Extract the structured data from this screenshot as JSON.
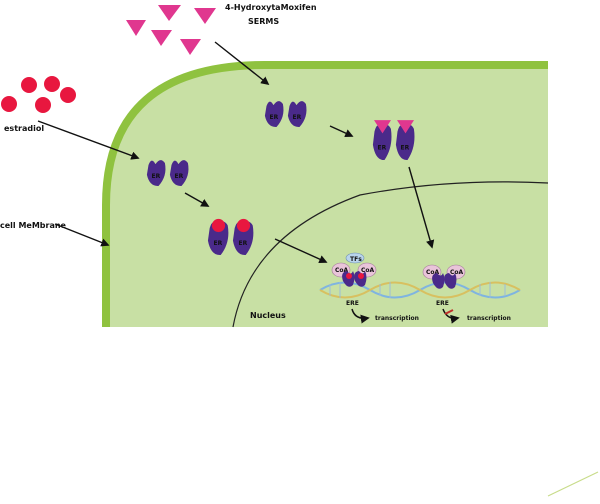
{
  "diagram": {
    "labels": {
      "drug_line1": "4-HydroxytaMoxifen",
      "drug_line2": "SERMS",
      "estradiol": "estradiol",
      "cell_membrane": "cell MeMbrane",
      "nucleus": "Nucleus",
      "er": "ER",
      "ere": "ERE",
      "tfs": "TFs",
      "coa": "CoA",
      "transcription": "transcription"
    },
    "colors": {
      "cytoplasm": "#c8e0a4",
      "membrane": "#8fc23f",
      "receptor": "#4a2a8a",
      "estradiol": "#e8173f",
      "serm": "#e0378f",
      "coactivator": "#e9c4d9",
      "tf": "#b9d4ec",
      "dna_blue": "#7fb4e0",
      "dna_yellow": "#d8c060",
      "block_mark": "#c0302a"
    }
  }
}
